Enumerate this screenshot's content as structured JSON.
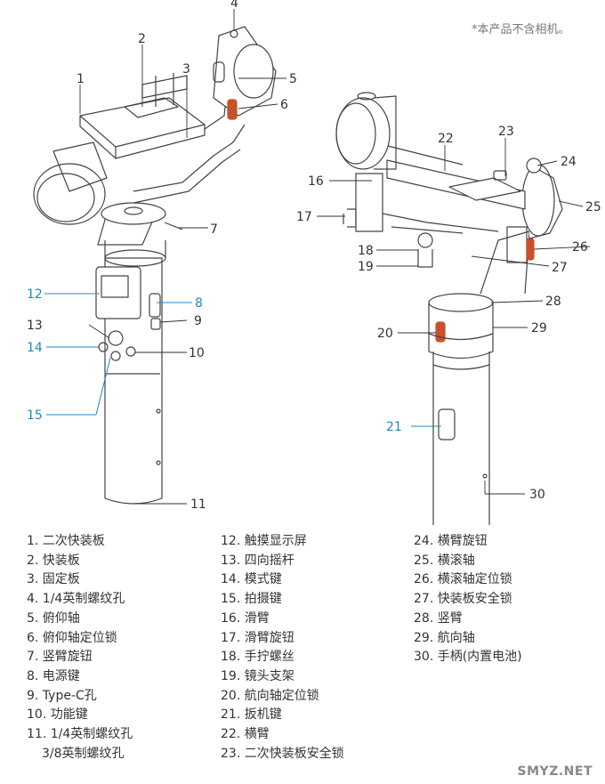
{
  "note": "*本产品不含相机。",
  "watermark": "SMYZ.NET",
  "callouts": [
    "1",
    "2",
    "3",
    "4",
    "5",
    "6",
    "7",
    "8",
    "9",
    "10",
    "11",
    "12",
    "13",
    "14",
    "15",
    "16",
    "17",
    "18",
    "19",
    "20",
    "21",
    "22",
    "23",
    "24",
    "25",
    "26",
    "27",
    "28",
    "29",
    "30"
  ],
  "legend": {
    "col1": [
      "1. 二次快装板",
      "2. 快装板",
      "3. 固定板",
      "4. 1/4英制螺纹孔",
      "5. 俯仰轴",
      "6. 俯仰轴定位锁",
      "7. 竖臂旋钮",
      "8. 电源键",
      "9. Type-C孔",
      "10. 功能键",
      "11. 1/4英制螺纹孔",
      "3/8英制螺纹孔"
    ],
    "col2": [
      "12. 触摸显示屏",
      "13. 四向摇杆",
      "14. 模式键",
      "15. 拍摄键",
      "16. 滑臂",
      "17. 滑臂旋钮",
      "18. 手拧螺丝",
      "19. 镜头支架",
      "20. 航向轴定位锁",
      "21. 扳机键",
      "22. 横臂",
      "23. 二次快装板安全锁"
    ],
    "col3": [
      "24. 横臂旋钮",
      "25. 横滚轴",
      "26. 横滚轴定位锁",
      "27. 快装板安全锁",
      "28. 竖臂",
      "29. 航向轴",
      "30. 手柄(内置电池)"
    ]
  },
  "colors": {
    "line": "#333333",
    "accent": "#1f8ab8",
    "lock": "#c8502a",
    "text": "#333333"
  }
}
